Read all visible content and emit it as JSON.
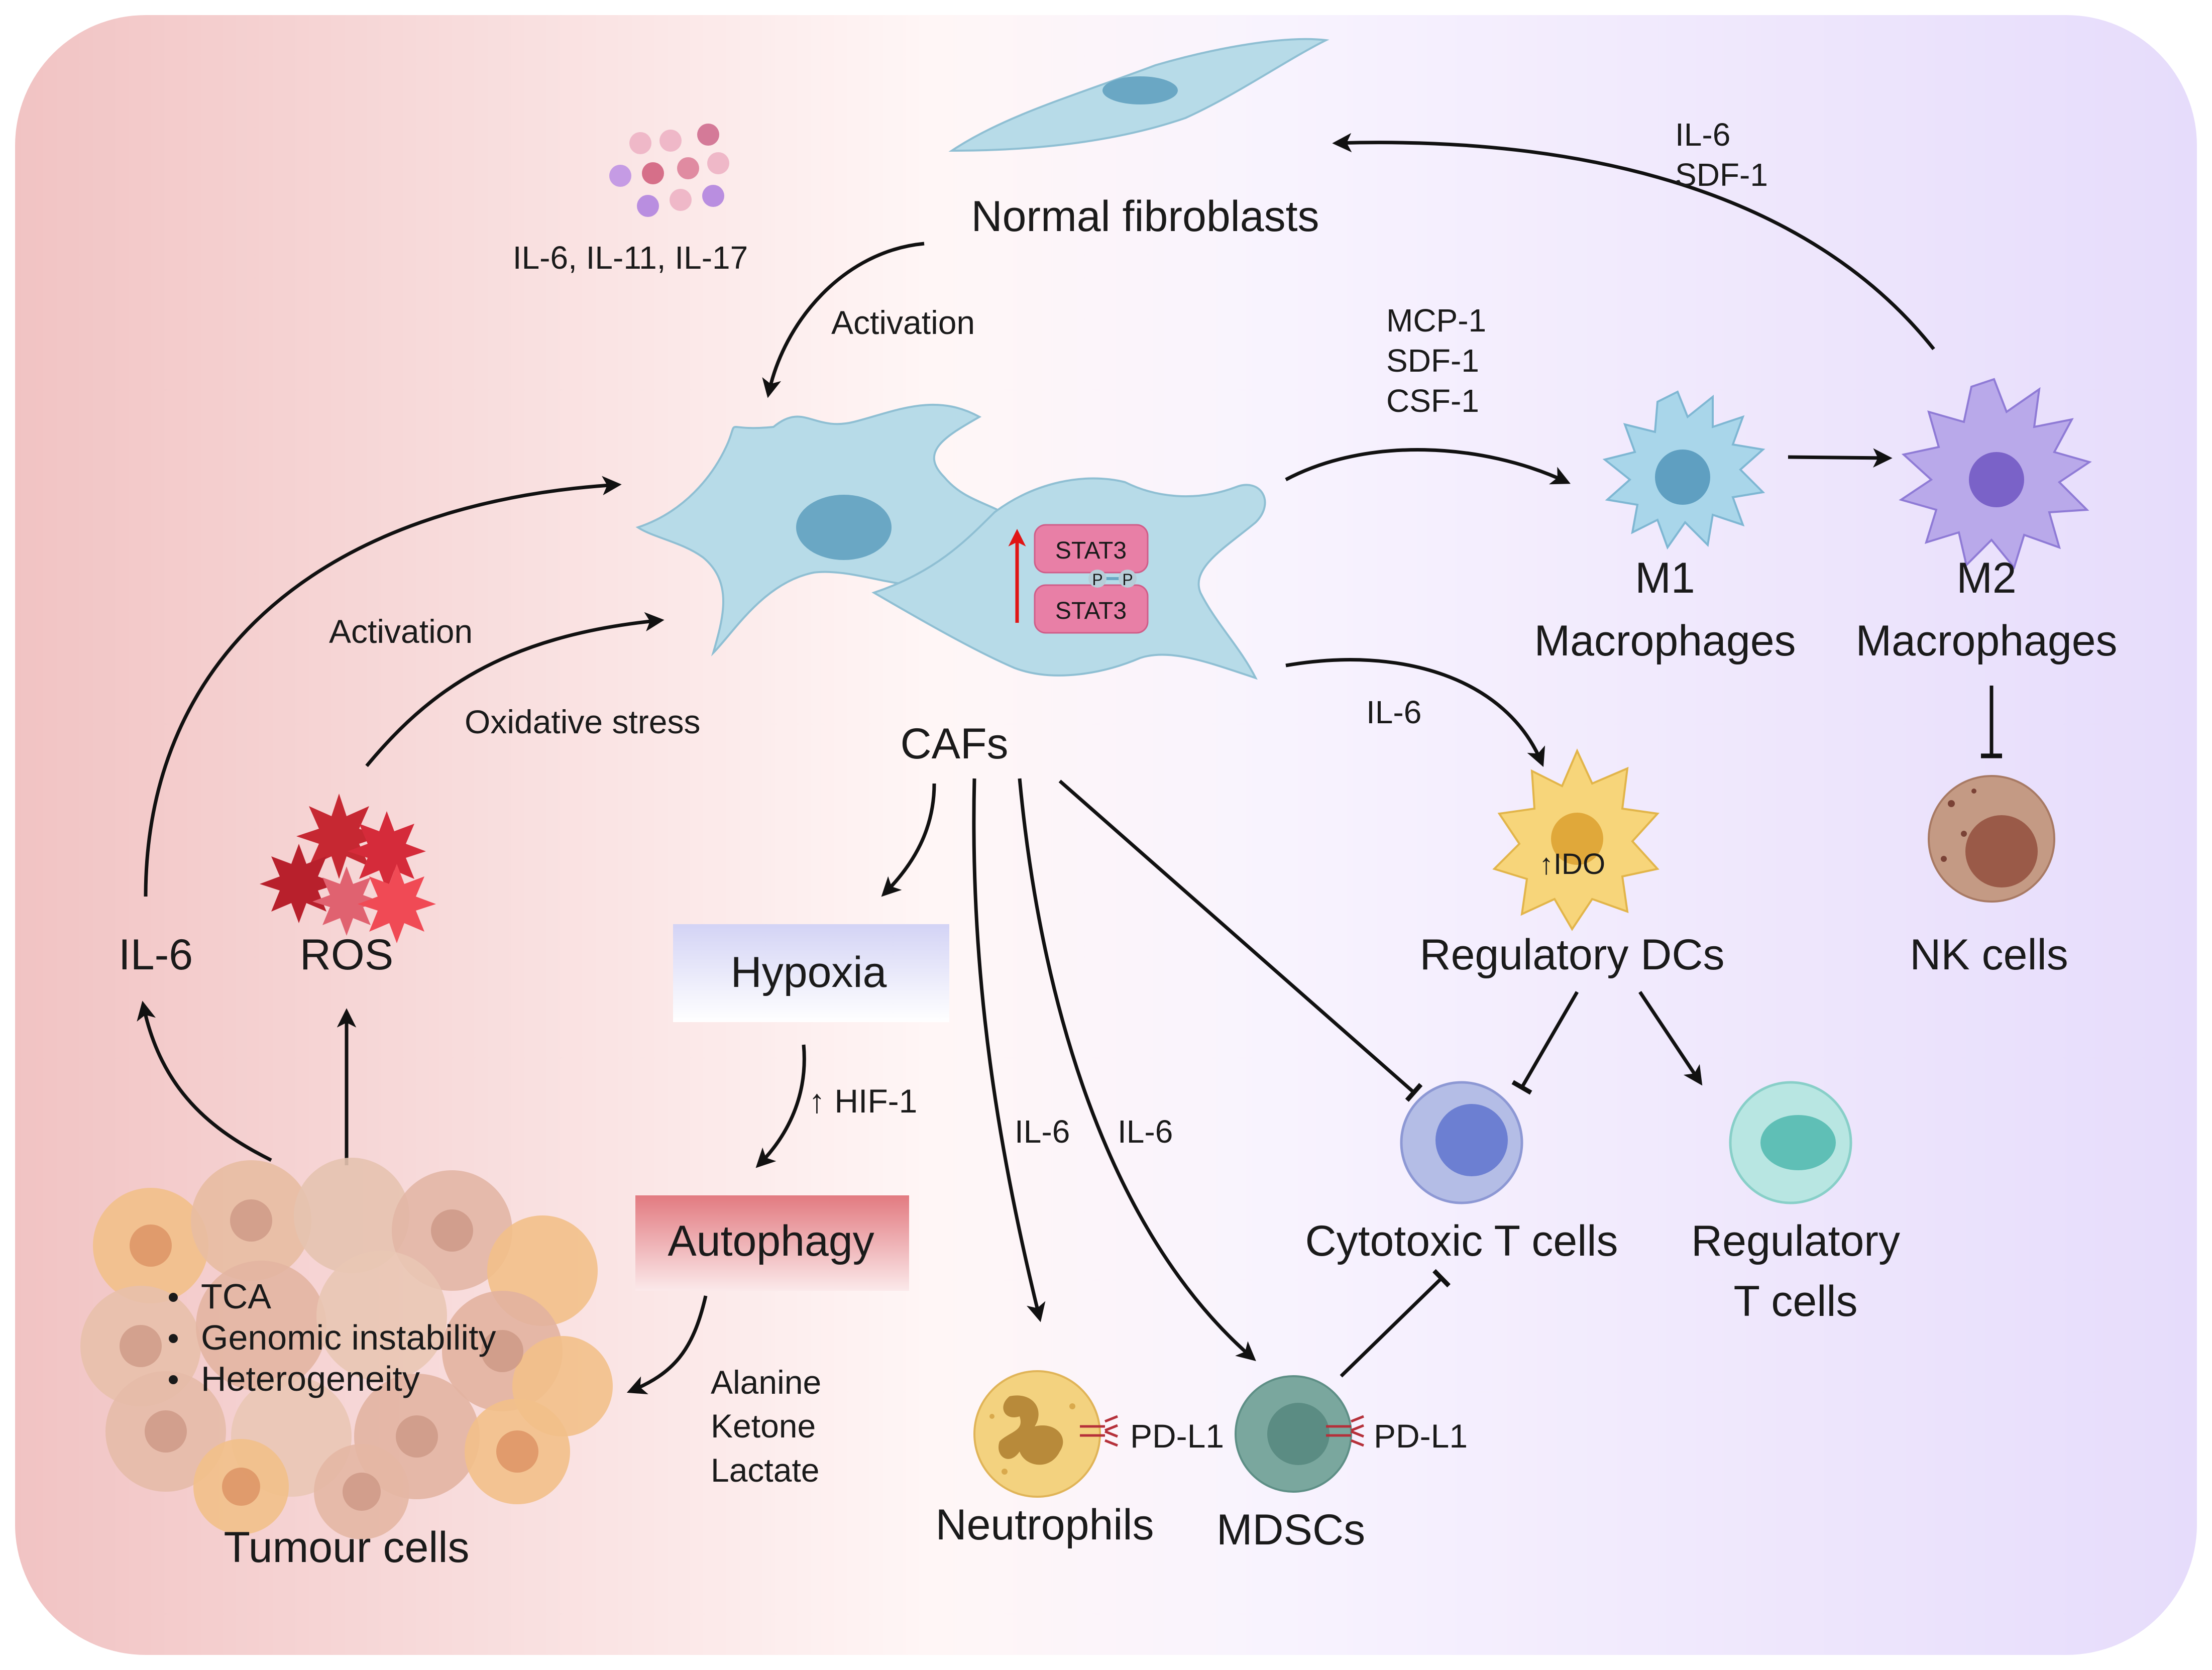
{
  "labels": {
    "normal_fibroblasts": "Normal fibroblasts",
    "il_cytokines": "IL-6, IL-11, IL-17",
    "il6_top": "IL-6",
    "sdf1_top": "SDF-1",
    "activation_top": "Activation",
    "mcp1": "MCP-1",
    "sdf1_mid": "SDF-1",
    "csf1": "CSF-1",
    "stat3_top": "STAT3",
    "stat3_bottom": "STAT3",
    "phospho_left": "P",
    "phospho_right": "P",
    "cafs": "CAFs",
    "m1_line1": "M1",
    "m1_line2": "Macrophages",
    "m2_line1": "M2",
    "m2_line2": "Macrophages",
    "activation_left": "Activation",
    "oxidative_stress": "Oxidative stress",
    "il6_dc": "IL-6",
    "ido": "↑IDO",
    "regulatory_dcs": "Regulatory DCs",
    "nk_cells": "NK cells",
    "il6_left": "IL-6",
    "ros": "ROS",
    "hypoxia": "Hypoxia",
    "hif1": "↑ HIF-1",
    "il6_neutrophil": "IL-6",
    "il6_mdsc": "IL-6",
    "cytotoxic_t": "Cytotoxic T cells",
    "regulatory_t_line1": "Regulatory",
    "regulatory_t_line2": "T cells",
    "autophagy": "Autophagy",
    "tumour_bullet1": "TCA",
    "tumour_bullet2": "Genomic instability",
    "tumour_bullet3": "Heterogeneity",
    "alanine": "Alanine",
    "ketone": "Ketone",
    "lactate": "Lactate",
    "pdl1_neutrophil": "PD-L1",
    "pdl1_mdsc": "PD-L1",
    "neutrophils": "Neutrophils",
    "mdscs": "MDSCs",
    "tumour_cells": "Tumour cells"
  },
  "colors": {
    "panel_left": "#f3c9c9",
    "panel_mid": "#fdf3f3",
    "panel_right": "#e9e1fb",
    "fibroblast": "#b7dbe8",
    "fibroblast_nucleus": "#6aa7c4",
    "stat3": "#e87fa6",
    "m1_body": "#a9d6ea",
    "m2_body": "#b9a9ea",
    "dc_body": "#f7d57a",
    "nk_body": "#c49a84",
    "cytotoxic_t": "#b4bde6",
    "regulatory_t": "#b8e6e2",
    "neutrophil": "#f3d27f",
    "mdsc": "#7aa79e",
    "ros": "#d52b3a",
    "tumour": "#e8b89a",
    "hypoxia_box": "#dcdcf7",
    "autophagy_box": "#e78a8f",
    "arrow": "#111111",
    "stat3_arrow": "#e01515"
  }
}
